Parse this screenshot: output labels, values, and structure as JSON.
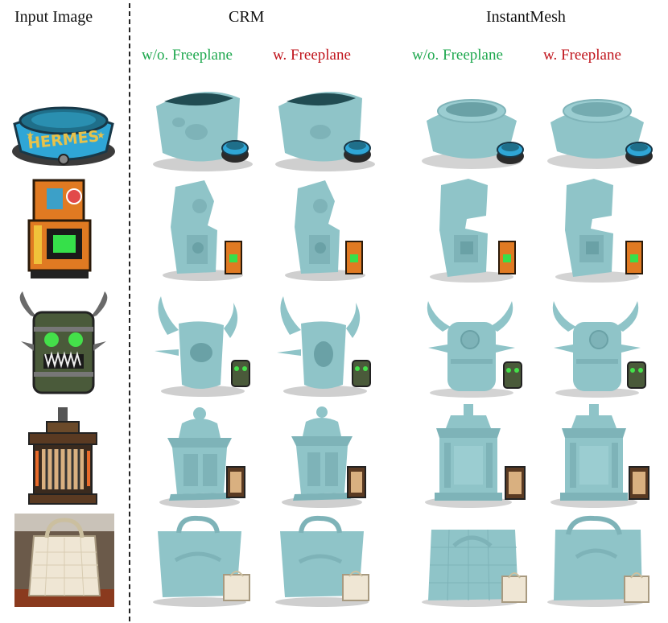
{
  "header": {
    "input_image": "Input Image",
    "crm": "CRM",
    "instantmesh": "InstantMesh"
  },
  "subheaders": {
    "crm_without": "w/o. Freeplane",
    "crm_with": "w. Freeplane",
    "im_without": "w/o. Freeplane",
    "im_with": "w. Freeplane"
  },
  "colors": {
    "mesh": "#8fc4c8",
    "mesh_dark": "#5f9aa0",
    "label_green": "#1fa84f",
    "label_red": "#c0141c",
    "divider": "#222222"
  },
  "rows": [
    {
      "object": "pet-bowl",
      "text": "HERMES"
    },
    {
      "object": "arcade-machine"
    },
    {
      "object": "horned-barrel"
    },
    {
      "object": "lantern-cage"
    },
    {
      "object": "handbag"
    }
  ]
}
